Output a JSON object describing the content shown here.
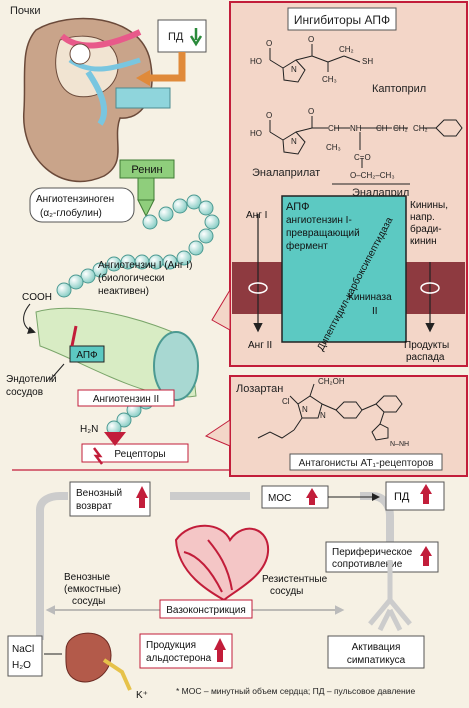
{
  "labels": {
    "kidney": "Почки",
    "pd_top": "ПД",
    "renin": "Ренин",
    "angiotensinogen": [
      "Ангиотензиноген",
      "(α₂-глобулин)"
    ],
    "ang1": [
      "Ангиотензин I (Анг I)",
      "(биологически",
      "неактивен)"
    ],
    "cooh": "COOH",
    "apf_small": "АПФ",
    "endothelium": [
      "Эндотелий",
      "сосудов"
    ],
    "ang2": "Ангиотензин II",
    "h2n": "H₂N",
    "receptors": "Рецепторы",
    "inhibitors_title": "Ингибиторы АПФ",
    "captopril": "Каптоприл",
    "enalaprilat": "Эналаприлат",
    "enalapril": "Эналаприл",
    "ace_box": [
      "АПФ",
      "ангиотензин I-",
      "превращающий",
      "фермент"
    ],
    "dipeptidyl": "Дипептидил-карбоксипептидаза",
    "kininase": [
      "Кининаза",
      "II"
    ],
    "kinins": [
      "Кинины,",
      "напр.",
      "бради-",
      "кинин"
    ],
    "ang1_short": "Анг I",
    "ang2_short": "Анг II",
    "decay": [
      "Продукты",
      "распада"
    ],
    "losartan": "Лозартан",
    "at1_antagonists": "Антагонисты AT₁-рецепторов",
    "venous_return": [
      "Венозный",
      "возврат"
    ],
    "moc": "МОС",
    "pd_bottom": "ПД",
    "peripheral": [
      "Периферическое",
      "сопротивление"
    ],
    "capacitive": [
      "Венозные",
      "(емкостные)",
      "сосуды"
    ],
    "resistive": [
      "Резистентные",
      "сосуды"
    ],
    "vasoconstriction": "Вазоконстрикция",
    "nacl": [
      "NaCl",
      "H₂O"
    ],
    "aldosterone": [
      "Продукция",
      "альдостерона"
    ],
    "sympathetic": [
      "Активация",
      "симпатикуса"
    ],
    "kplus": "K⁺",
    "footnote": "* МОС – минутный объем сердца; ПД – пульсовое давление"
  },
  "colors": {
    "accent_red": "#c21d3a",
    "enzyme_teal": "#5cc9c2",
    "panel_pink": "#f2d3c6",
    "band_maroon": "#8e3a40",
    "sphere_blue": "#a8d8d2",
    "box_green": "#8fce7c"
  }
}
